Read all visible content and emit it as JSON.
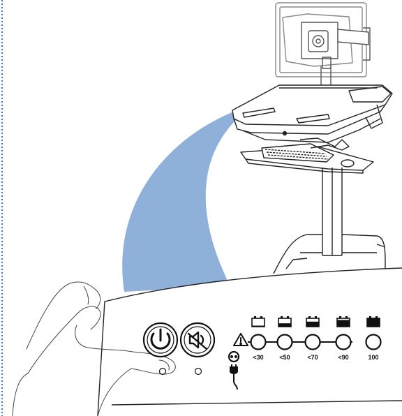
{
  "colors": {
    "accent_beam": "#8fb0d8",
    "dotted_border": "#3b76c4",
    "line": "#222222"
  },
  "icons": {
    "power": "power-icon",
    "mute": "mute-alarm-icon",
    "warning": "warning-triangle-icon",
    "plug": "ac-plug-icon",
    "battery": "battery-icon"
  },
  "battery_levels": [
    {
      "label": "<30",
      "fill": 0.1
    },
    {
      "label": "<50",
      "fill": 0.4
    },
    {
      "label": "<70",
      "fill": 0.6
    },
    {
      "label": "<90",
      "fill": 0.8
    },
    {
      "label": "100",
      "fill": 1.0
    }
  ]
}
